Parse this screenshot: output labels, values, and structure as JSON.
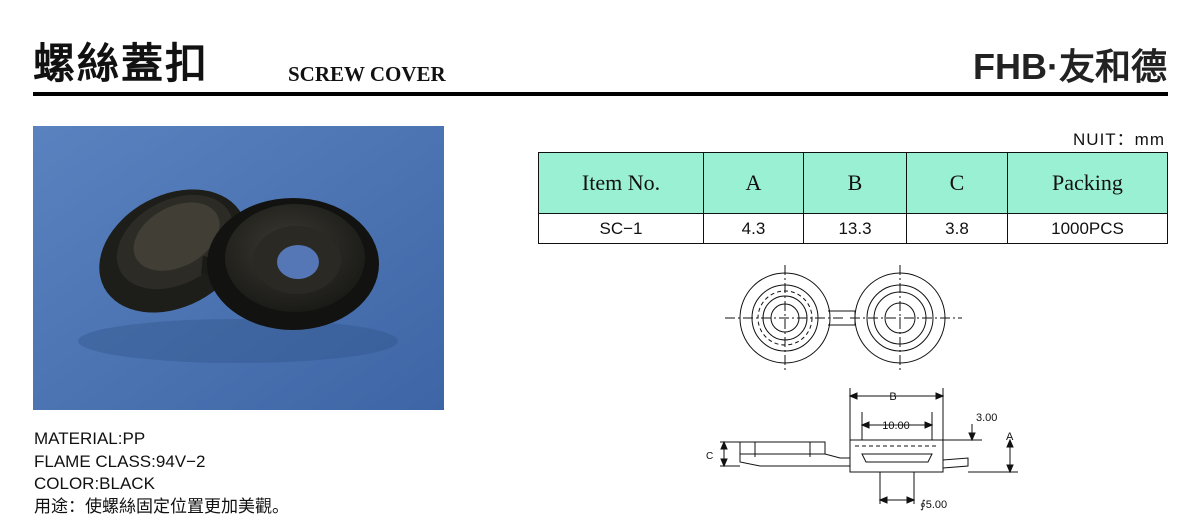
{
  "header": {
    "title_cn": "螺絲蓋扣",
    "title_en": "SCREW COVER",
    "brand": "FHB·友和德"
  },
  "photo": {
    "description_icon": "screw-cover-photo",
    "background": "#4a73b3",
    "part_color": "#1f1f1a"
  },
  "specs": {
    "material": "MATERIAL:PP",
    "flame_class": "FLAME CLASS:94V−2",
    "color": "COLOR:BLACK",
    "usage": "用途：使螺絲固定位置更加美觀。"
  },
  "unit_note": "NUIT：mm",
  "table": {
    "header_bg": "#99f0d2",
    "headers": [
      "Item No.",
      "A",
      "B",
      "C",
      "Packing"
    ],
    "rows": [
      [
        "SC−1",
        "4.3",
        "13.3",
        "3.8",
        "1000PCS"
      ]
    ]
  },
  "drawing": {
    "dim_B": "B",
    "dim_inner": "10.00",
    "dim_top": "3.00",
    "dim_A": "A",
    "dim_C": "C",
    "dim_phi": "∮5.00"
  }
}
